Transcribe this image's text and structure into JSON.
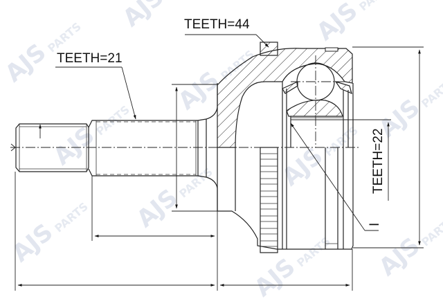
{
  "drawing": {
    "subject": "CV joint (outer) technical drawing",
    "watermark": {
      "brand": "AJS",
      "sub": "PARTS",
      "color": "#dfe4ee"
    },
    "labels": {
      "teeth_shaft": "TEETH=21",
      "teeth_ring": "TEETH=44",
      "teeth_inner": "TEETH=22",
      "marker": "I"
    },
    "colors": {
      "line": "#222222",
      "background": "#ffffff"
    }
  }
}
